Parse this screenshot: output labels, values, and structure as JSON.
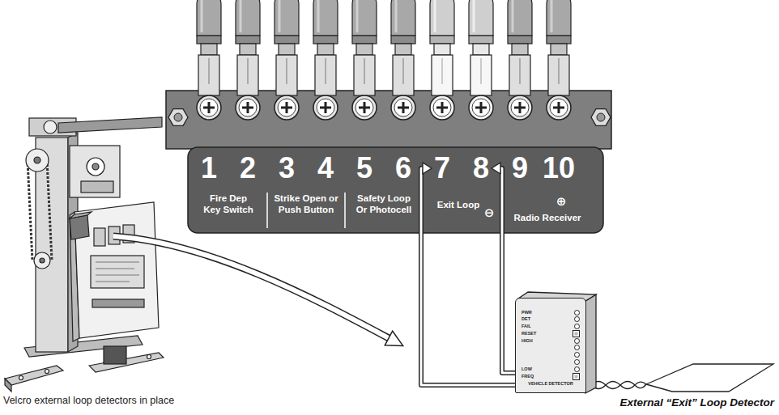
{
  "diagram": {
    "nodes": [
      {
        "text": [
          "Fire Dep Key Switch",
          "Strike Open or Push Button",
          "Safety Loop Or Photocell",
          "Exit Loop",
          "Radio Receiver"
        ]
      },
      {
        "text": [
          "1"
        ],
        "in": 0
      },
      {
        "text": [
          "2"
        ],
        "in": 0
      },
      {
        "text": [
          "3"
        ],
        "in": 0
      },
      {
        "text": [
          "4"
        ],
        "in": 0
      },
      {
        "text": [
          "5"
        ],
        "in": 0
      },
      {
        "text": [
          "6"
        ],
        "in": 0
      },
      {
        "text": [
          "7"
        ],
        "in": 0
      },
      {
        "text": [
          "8"
        ],
        "in": 0
      },
      {
        "text": [
          "9"
        ],
        "in": 0
      },
      {
        "text": [
          "10"
        ],
        "in": 0
      },
      {
        "text": [
          "PWR",
          "DET",
          "FAIL",
          "RESET",
          "HIGH",
          "LOW",
          "FREQ",
          "VEHICLE DETECTOR"
        ]
      }
    ],
    "edges": [
      {
        "from": 11,
        "to": 7,
        "arrow": "to"
      },
      {
        "from": 11,
        "to": 8,
        "arrow": "to"
      }
    ],
    "labels": [
      "⊖",
      "⊕",
      "Velcro external loop detectors in place",
      "External “Exit” Loop Detector"
    ]
  }
}
